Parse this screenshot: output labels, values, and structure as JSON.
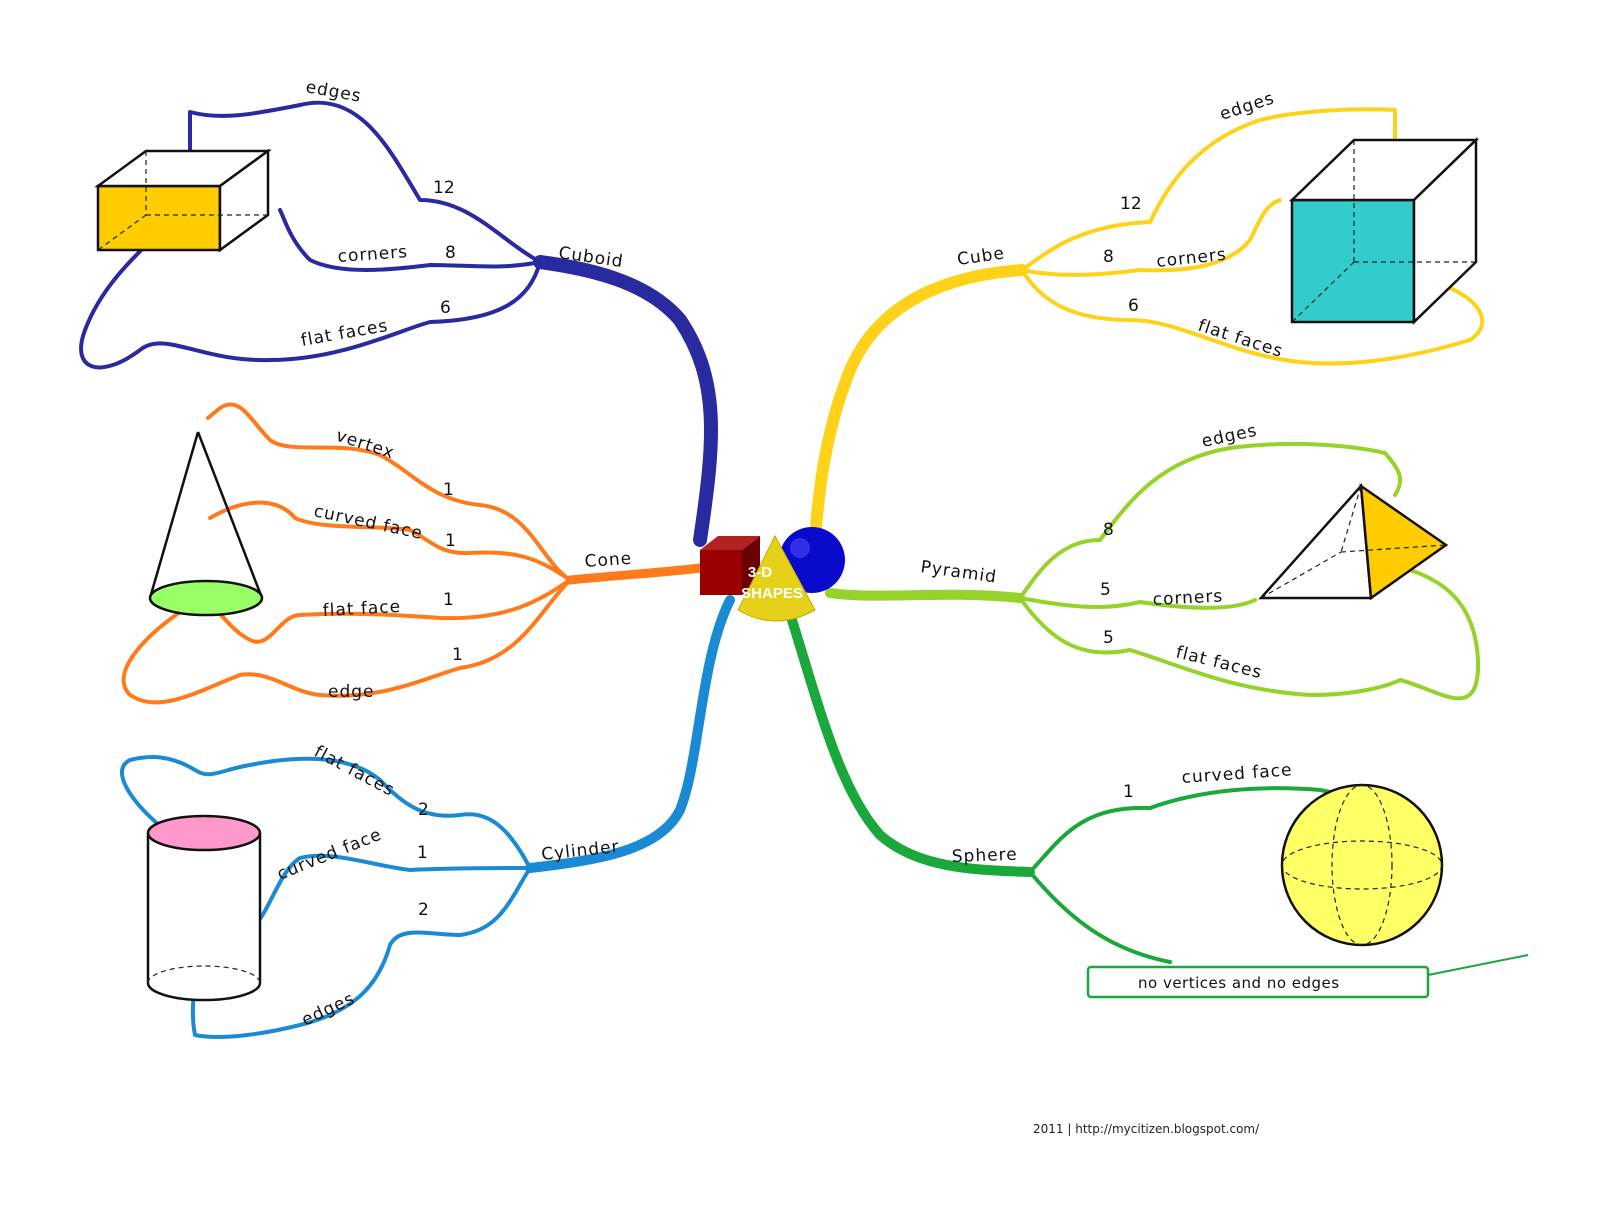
{
  "center": {
    "label_line1": "3-D",
    "label_line2": "SHAPES"
  },
  "colors": {
    "cuboid": "#2a2aa0",
    "cone": "#ff7a1a",
    "cylinder": "#1a8ad4",
    "cube": "#ffd21a",
    "pyramid": "#95d22a",
    "sphere": "#1aa83a",
    "cuboid_face": "#ffcc00",
    "cube_face": "#33cccc",
    "cone_base": "#99ff66",
    "cylinder_top": "#ff99cc",
    "pyramid_face": "#ffcc00",
    "sphere_fill": "#ffff66"
  },
  "branches": {
    "cuboid": {
      "label": "Cuboid",
      "properties": [
        {
          "label": "edges",
          "value": "12"
        },
        {
          "label": "corners",
          "value": "8"
        },
        {
          "label": "flat faces",
          "value": "6"
        }
      ]
    },
    "cone": {
      "label": "Cone",
      "properties": [
        {
          "label": "vertex",
          "value": "1"
        },
        {
          "label": "curved face",
          "value": "1"
        },
        {
          "label": "flat face",
          "value": "1"
        },
        {
          "label": "edge",
          "value": "1"
        }
      ]
    },
    "cylinder": {
      "label": "Cylinder",
      "properties": [
        {
          "label": "flat faces",
          "value": "2"
        },
        {
          "label": "curved face",
          "value": "1"
        },
        {
          "label": "edges",
          "value": "2"
        }
      ]
    },
    "cube": {
      "label": "Cube",
      "properties": [
        {
          "label": "edges",
          "value": "12"
        },
        {
          "label": "corners",
          "value": "8"
        },
        {
          "label": "flat faces",
          "value": "6"
        }
      ]
    },
    "pyramid": {
      "label": "Pyramid",
      "properties": [
        {
          "label": "edges",
          "value": "8"
        },
        {
          "label": "corners",
          "value": "5"
        },
        {
          "label": "flat faces",
          "value": "5"
        }
      ]
    },
    "sphere": {
      "label": "Sphere",
      "properties": [
        {
          "label": "curved face",
          "value": "1"
        }
      ],
      "note": "no vertices and no edges"
    }
  },
  "footer": "2011 | http://mycitizen.blogspot.com/"
}
